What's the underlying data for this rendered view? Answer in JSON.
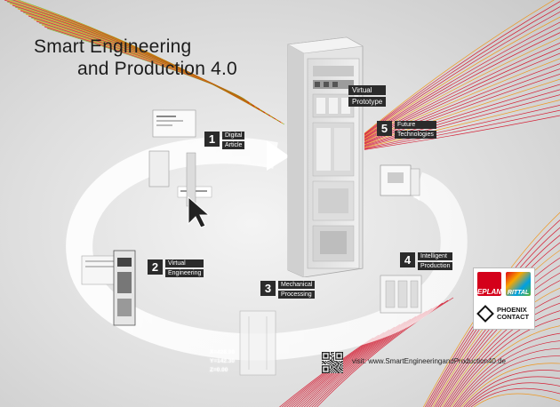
{
  "title": {
    "line1": "Smart Engineering",
    "line2": "and Production 4.0"
  },
  "steps": [
    {
      "num": "1",
      "lines": [
        "Digital",
        "Article"
      ]
    },
    {
      "num": "2",
      "lines": [
        "Virtual",
        "Engineering"
      ]
    },
    {
      "num": "3",
      "lines": [
        "Mechanical",
        "Processing"
      ]
    },
    {
      "num": "4",
      "lines": [
        "Intelligent",
        "Production"
      ]
    },
    {
      "num": "5",
      "lines": [
        "Future",
        "Technologies"
      ]
    }
  ],
  "prototype": {
    "lines": [
      "Virtual",
      "Prototype"
    ]
  },
  "readout": [
    "X=428.00",
    "Y=142.30",
    "Z=0.00"
  ],
  "footer": {
    "visit": "visit: www.SmartEngineeringandProduction40.de"
  },
  "logos": {
    "eplan": "EPLAN",
    "rittal": "RITTAL",
    "phoenix_line1": "PHOENIX",
    "phoenix_line2": "CONTACT"
  },
  "colors": {
    "red": "#d4001a",
    "green": "#7bb31a",
    "orange": "#f28c00",
    "dark": "#2b2b2b"
  }
}
